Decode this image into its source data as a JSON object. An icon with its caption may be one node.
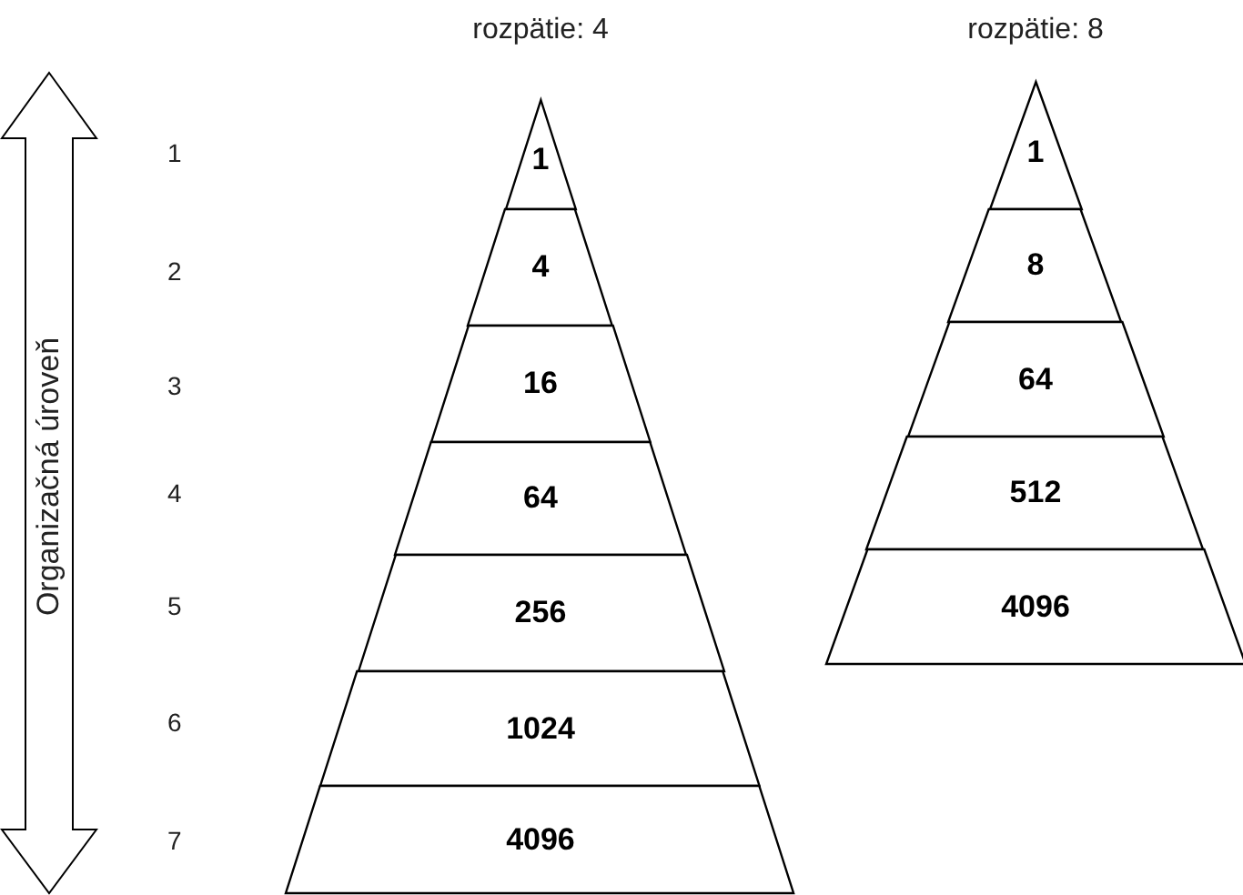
{
  "diagram": {
    "nodes": [
      {
        "text": [
          "rozpätie: 4"
        ]
      },
      {
        "text": [
          "1"
        ],
        "in": 0
      },
      {
        "text": [
          "4"
        ],
        "in": 0
      },
      {
        "text": [
          "16"
        ],
        "in": 0
      },
      {
        "text": [
          "64"
        ],
        "in": 0
      },
      {
        "text": [
          "256"
        ],
        "in": 0
      },
      {
        "text": [
          "1024"
        ],
        "in": 0
      },
      {
        "text": [
          "4096"
        ],
        "in": 0
      },
      {
        "text": [
          "rozpätie: 8"
        ]
      },
      {
        "text": [
          "1"
        ],
        "in": 8
      },
      {
        "text": [
          "8"
        ],
        "in": 8
      },
      {
        "text": [
          "64"
        ],
        "in": 8
      },
      {
        "text": [
          "512"
        ],
        "in": 8
      },
      {
        "text": [
          "4096"
        ],
        "in": 8
      }
    ],
    "edges": [],
    "labels": [
      "Organizačná úroveň",
      "1",
      "2",
      "3",
      "4",
      "5",
      "6",
      "7"
    ]
  }
}
